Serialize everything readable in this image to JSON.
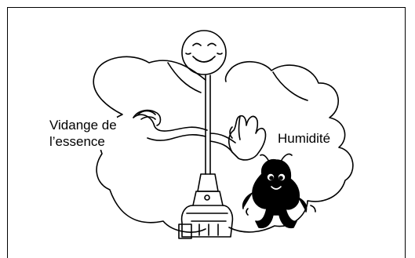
{
  "labels": {
    "fuel_line1": "Vidange de",
    "fuel_line2": "l’essence",
    "humidity": "Humidité"
  },
  "icons": [
    "sun-face-icon",
    "cloud-icon",
    "hand-icon",
    "pointing-hand-icon",
    "creature-icon",
    "engine-icon"
  ],
  "colors": {
    "ink": "#000000",
    "background": "#ffffff"
  }
}
